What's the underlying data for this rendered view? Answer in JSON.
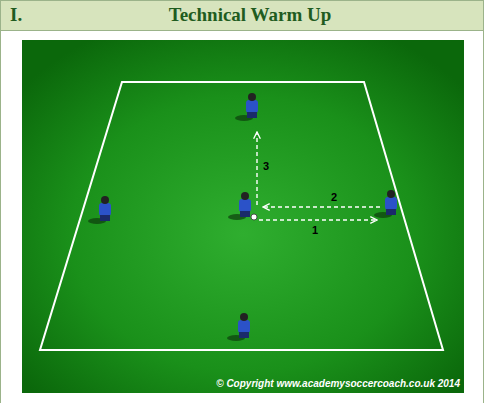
{
  "diagram": {
    "title": "Technical Warm Up",
    "labels": [
      "I.",
      "1",
      "2",
      "3",
      "© Copyright www.academysoccercoach.co.uk 2014"
    ]
  }
}
